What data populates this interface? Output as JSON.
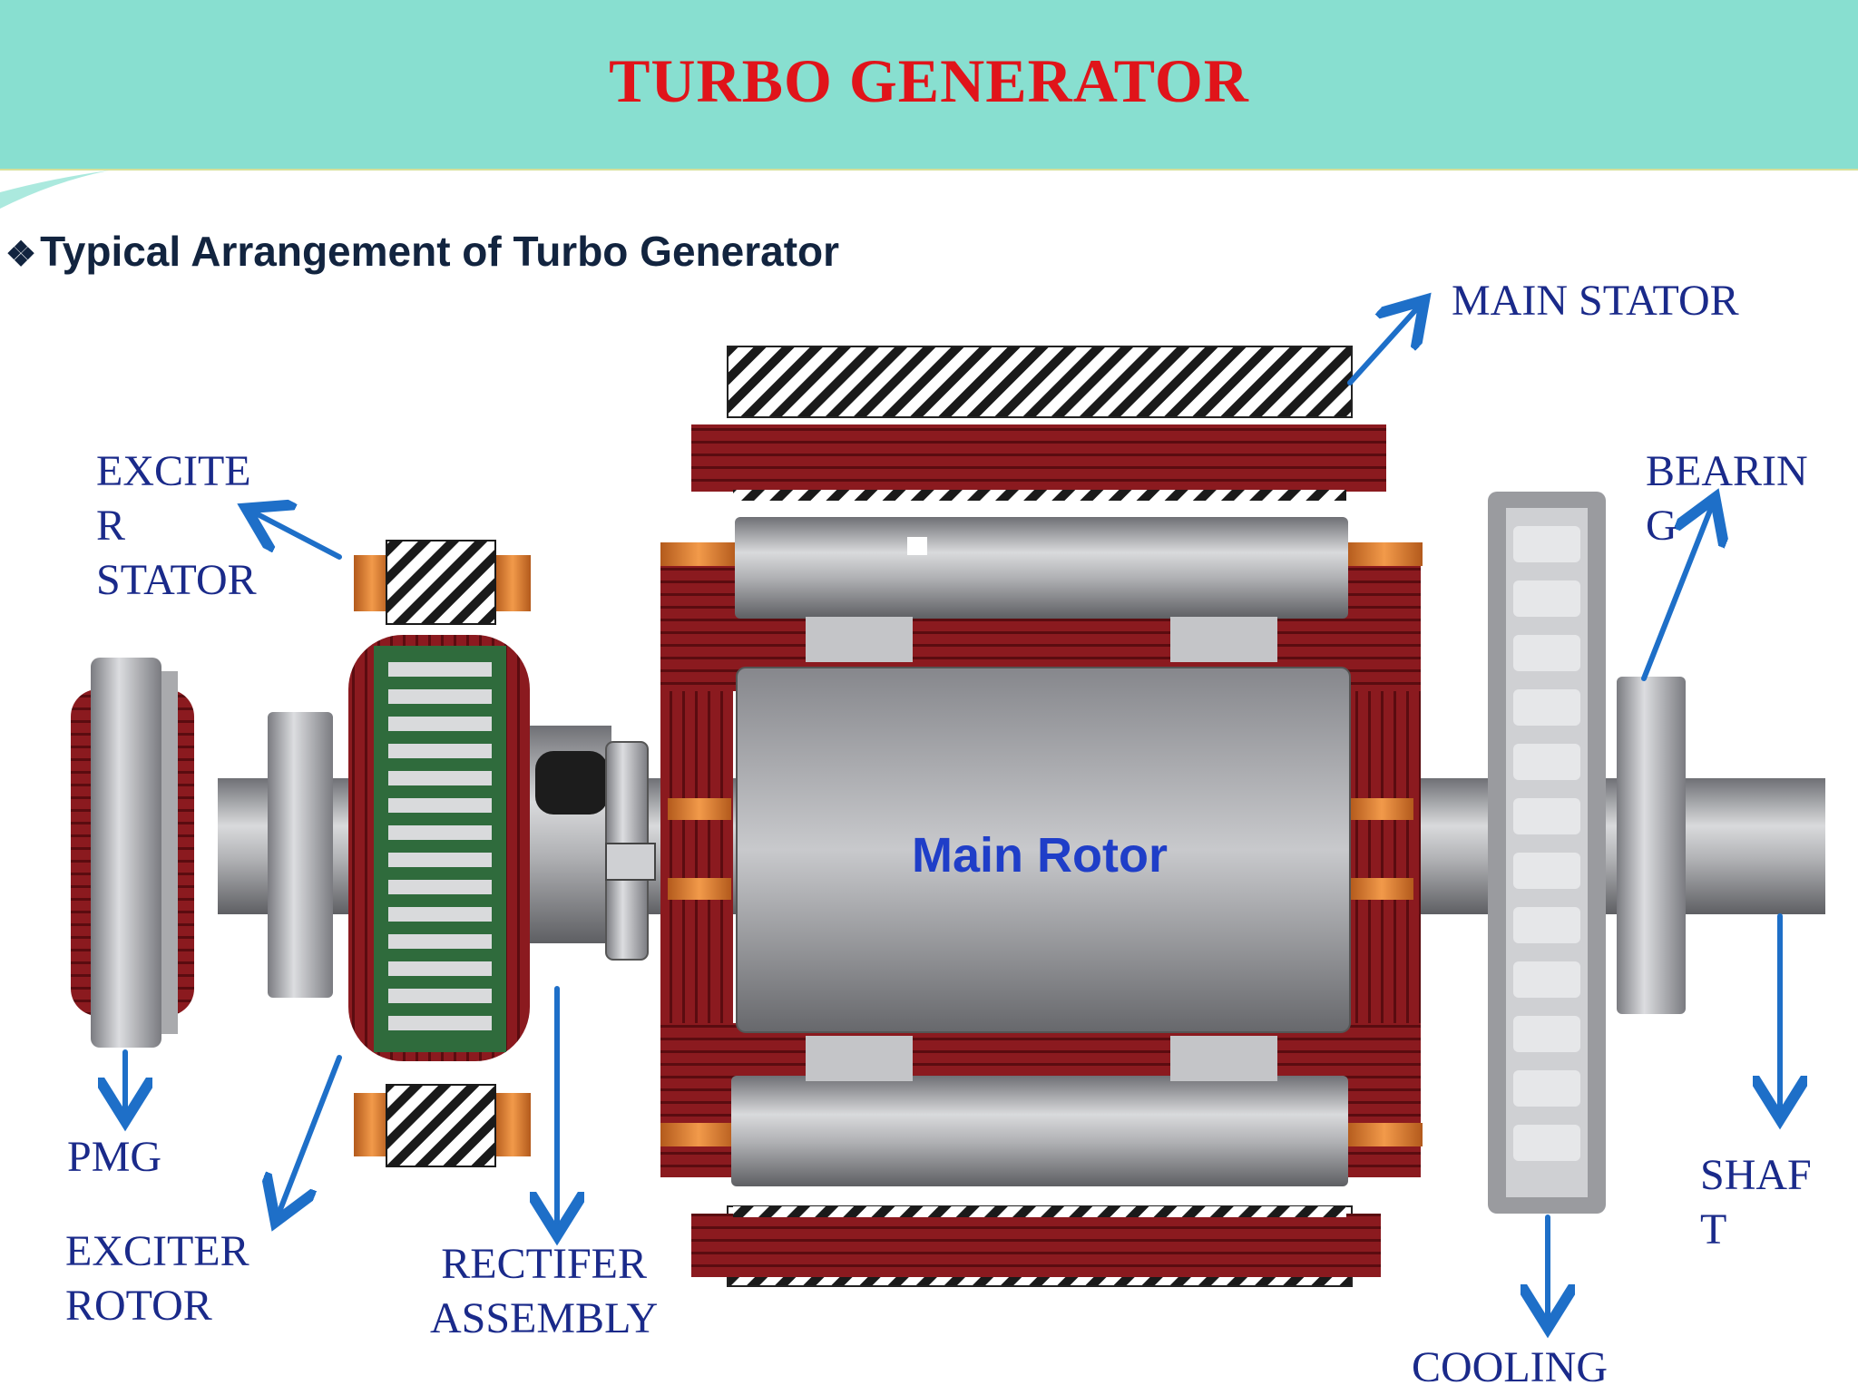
{
  "title": "TURBO GENERATOR",
  "subtitle": "Typical Arrangement of Turbo Generator",
  "subtitle_bullet": "❖",
  "labels": {
    "main_stator": "MAIN STATOR",
    "exciter_stator_1": "EXCITE",
    "exciter_stator_2": "R",
    "exciter_stator_3": "STATOR",
    "bearing_1": "BEARIN",
    "bearing_2": "G",
    "pmg": "PMG",
    "exciter_rotor_1": "EXCITER",
    "exciter_rotor_2": "ROTOR",
    "rectifier_1": "RECTIFER",
    "rectifier_2": "ASSEMBLY",
    "shaft_1": "SHAF",
    "shaft_2": "T",
    "cooling": "COOLING",
    "main_rotor": "Main Rotor"
  },
  "colors": {
    "header_bg": "#88dfd0",
    "title": "#e0141a",
    "label": "#1a2a8a",
    "arrow": "#1e6fc8",
    "winding": "#8b1a1f",
    "rotor_text": "#1f3ec8"
  }
}
